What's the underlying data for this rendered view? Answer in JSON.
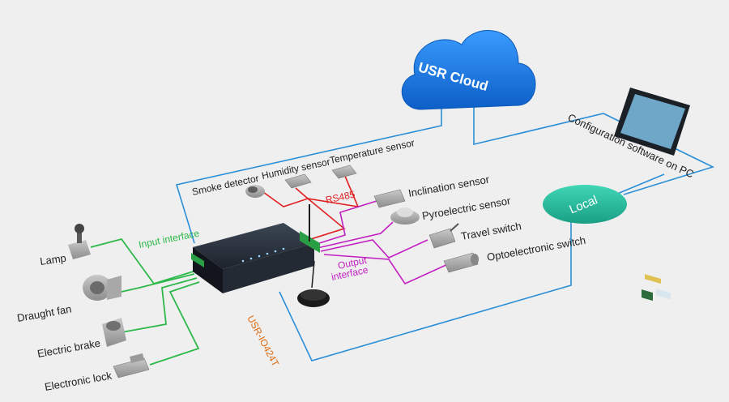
{
  "cloud": {
    "label": "USR Cloud"
  },
  "local": {
    "label": "Local"
  },
  "pc": {
    "label": "Configuration software on PC"
  },
  "device": {
    "model": "USR-IO424T"
  },
  "interfaces": {
    "input": "Input interface",
    "output": "Output\ninterface",
    "output_line1": "Output",
    "output_line2": "interface",
    "rs485": "RS485"
  },
  "top_sensors": {
    "smoke": "Smoke detector",
    "humidity": "Humidity sensor",
    "temperature": "Temperature sensor"
  },
  "right_sensors": {
    "inclination": "Inclination sensor",
    "pyroelectric": "Pyroelectric sensor",
    "travel": "Travel switch",
    "optoelectronic": "Optoelectronic switch"
  },
  "left_devices": {
    "lamp": "Lamp",
    "fan": "Draught fan",
    "brake": "Electric brake",
    "lock": "Electronic lock"
  },
  "colors": {
    "cloud": "#1a73d9",
    "local": "#2bbfa0",
    "blue_line": "#2a8ed8",
    "green_line": "#2db84a",
    "magenta_line": "#c21fc2",
    "red_line": "#e02020",
    "orange_text": "#e06a10"
  }
}
